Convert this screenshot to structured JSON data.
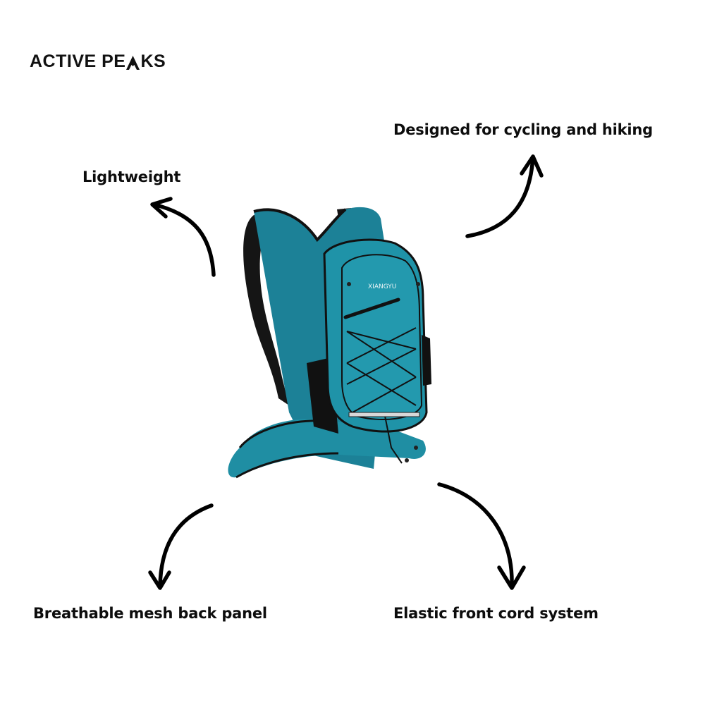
{
  "brand": {
    "name_part1": "ACTIVE PE",
    "name_part2": "KS",
    "full_name": "ACTIVE PEAKS"
  },
  "product": {
    "type": "hydration backpack",
    "logo_text": "XIANGYU",
    "main_color": "#1f8a9e",
    "trim_color": "#111111"
  },
  "features": [
    {
      "label": "Lightweight",
      "arrow": "arrow-up-left"
    },
    {
      "label": "Designed for cycling and hiking",
      "arrow": "arrow-up-right"
    },
    {
      "label": "Breathable mesh back panel",
      "arrow": "arrow-down-left"
    },
    {
      "label": "Elastic front cord system",
      "arrow": "arrow-down-right"
    }
  ],
  "colors": {
    "background": "#ffffff",
    "text": "#0d0d0d",
    "arrow": "#000000"
  }
}
